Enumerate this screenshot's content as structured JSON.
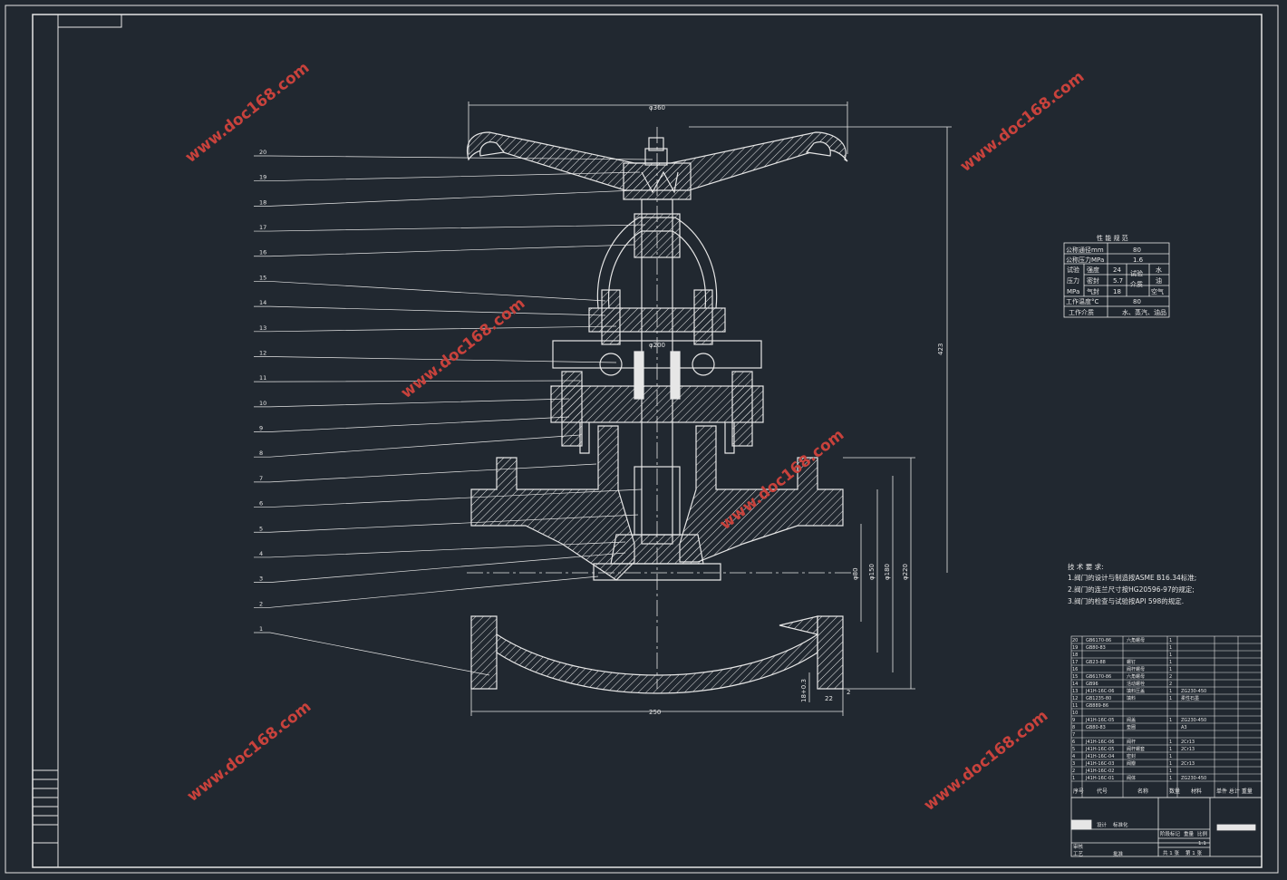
{
  "drawing": {
    "colors": {
      "background": "#212830",
      "line": "#e6e6e6",
      "watermark": "#c8423c"
    },
    "dimensions": {
      "handwheel_dia": "φ360",
      "bonnet_dia": "φ200",
      "total_height": "423",
      "length": "250",
      "flange_dia": "φ220",
      "bolt_circle": "φ180",
      "raised_face": "φ150",
      "bore": "φ80",
      "flange_thk": "18+0.3",
      "face_off": "2",
      "flange_w": "22"
    },
    "balloons": [
      "20",
      "19",
      "18",
      "17",
      "16",
      "15",
      "14",
      "13",
      "12",
      "11",
      "10",
      "9",
      "8",
      "7",
      "6",
      "5",
      "4",
      "3",
      "2",
      "1"
    ]
  },
  "performance": {
    "title": "性 能 规 范",
    "rows": [
      [
        "公称通径mm",
        "80"
      ],
      [
        "公称压力MPa",
        "1.6"
      ]
    ],
    "test_label_1": "试验",
    "test_label_2": "压力",
    "test_label_3": "MPa",
    "strength": "强度",
    "strength_val": "24",
    "seal": "密封",
    "seal_val": "5.7",
    "gas": "气封",
    "gas_val": "18",
    "medium_label_1": "试验",
    "medium_label_2": "介质",
    "water": "水",
    "oil": "油",
    "air": "空气",
    "temp_label": "工作温度°C",
    "temp_val": "80",
    "medium_label": "工作介质",
    "medium_val": "水、蒸汽、油品"
  },
  "tech": {
    "title": "技 术 要 求:",
    "items": [
      "1.阀门的设计与制造按ASME B16.34标准;",
      "2.阀门的连兰尺寸按HG20596-97的规定;",
      "3.阀门的检查与试验按API 598的规定."
    ]
  },
  "bom": {
    "rows": [
      [
        "20",
        "GB6170-86",
        "六角螺母",
        "1",
        "",
        ""
      ],
      [
        "19",
        "GB80-83",
        "",
        "1",
        "",
        ""
      ],
      [
        "18",
        "",
        "",
        "1",
        "",
        ""
      ],
      [
        "17",
        "GB23-88",
        "螺钉",
        "1",
        "",
        ""
      ],
      [
        "16",
        "",
        "阀杆螺母",
        "1",
        "",
        ""
      ],
      [
        "15",
        "GB6170-86",
        "六角螺母",
        "2",
        "",
        ""
      ],
      [
        "14",
        "GB96",
        "活动螺栓",
        "2",
        "",
        ""
      ],
      [
        "13",
        "J41H-16C-06",
        "填料压盖",
        "1",
        "ZG230-450",
        ""
      ],
      [
        "12",
        "GB1235-80",
        "填料",
        "1",
        "柔性石墨",
        "",
        ""
      ],
      [
        "11",
        "GB889-86",
        "",
        "",
        "",
        ""
      ],
      [
        "10",
        "",
        "",
        "",
        "",
        ""
      ],
      [
        "9",
        "J41H-16C-05",
        "阀盖",
        "1",
        "ZG230-450",
        ""
      ],
      [
        "8",
        "GB80-83",
        "垫圈",
        "",
        "A3",
        ""
      ],
      [
        "7",
        "",
        "",
        "",
        "",
        ""
      ],
      [
        "6",
        "J41H-16C-06",
        "阀杆",
        "1",
        "2Cr13",
        ""
      ],
      [
        "5",
        "J41H-16C-05",
        "阀杆螺套",
        "1",
        "2Cr13",
        ""
      ],
      [
        "4",
        "J41H-16C-04",
        "密封",
        "1",
        "",
        ""
      ],
      [
        "3",
        "J41H-16C-03",
        "阀瓣",
        "1",
        "2Cr13",
        ""
      ],
      [
        "2",
        "J41H-16C-02",
        "",
        "1",
        "",
        ""
      ],
      [
        "1",
        "J41H-16C-01",
        "阀体",
        "1",
        "ZG230-450",
        ""
      ]
    ],
    "header": [
      "序号",
      "代号",
      "名称",
      "数量",
      "材料",
      "单件 总计 重量"
    ]
  },
  "title_block": {
    "labels": [
      "设计",
      "标准化",
      "审核",
      "工艺",
      "批准",
      "阶段标记",
      "重量",
      "比例",
      "共 1 张",
      "第 1 张"
    ],
    "scale": "1:1"
  },
  "watermark": "www.doc168.com"
}
